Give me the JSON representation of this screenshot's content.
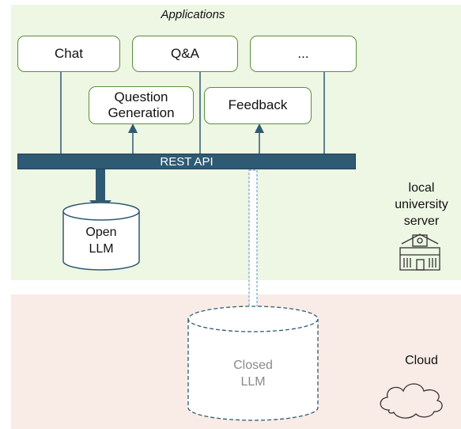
{
  "zones": {
    "local": {
      "label_lines": [
        "local",
        "university",
        "server"
      ]
    },
    "cloud": {
      "label": "Cloud"
    }
  },
  "applications": {
    "title": "Applications",
    "top_row": [
      "Chat",
      "Q&A",
      "..."
    ],
    "second_row": [
      {
        "lines": [
          "Question",
          "Generation"
        ]
      },
      {
        "lines": [
          "Feedback"
        ]
      }
    ]
  },
  "api": {
    "label": "REST API"
  },
  "models": {
    "open": {
      "lines": [
        "Open",
        "LLM"
      ]
    },
    "closed": {
      "lines": [
        "Closed",
        "LLM"
      ]
    }
  },
  "colors": {
    "local_zone": "#eef6e4",
    "cloud_zone": "#f9ebe6",
    "box_border": "#5b8f3c",
    "api_bar": "#2e5a73",
    "arrow": "#2e5a73",
    "closed_llm_border": "#2e5a73",
    "closed_llm_text": "#8a8a8a"
  },
  "icons": {
    "server": "school-building-icon",
    "cloud": "cloud-icon"
  }
}
